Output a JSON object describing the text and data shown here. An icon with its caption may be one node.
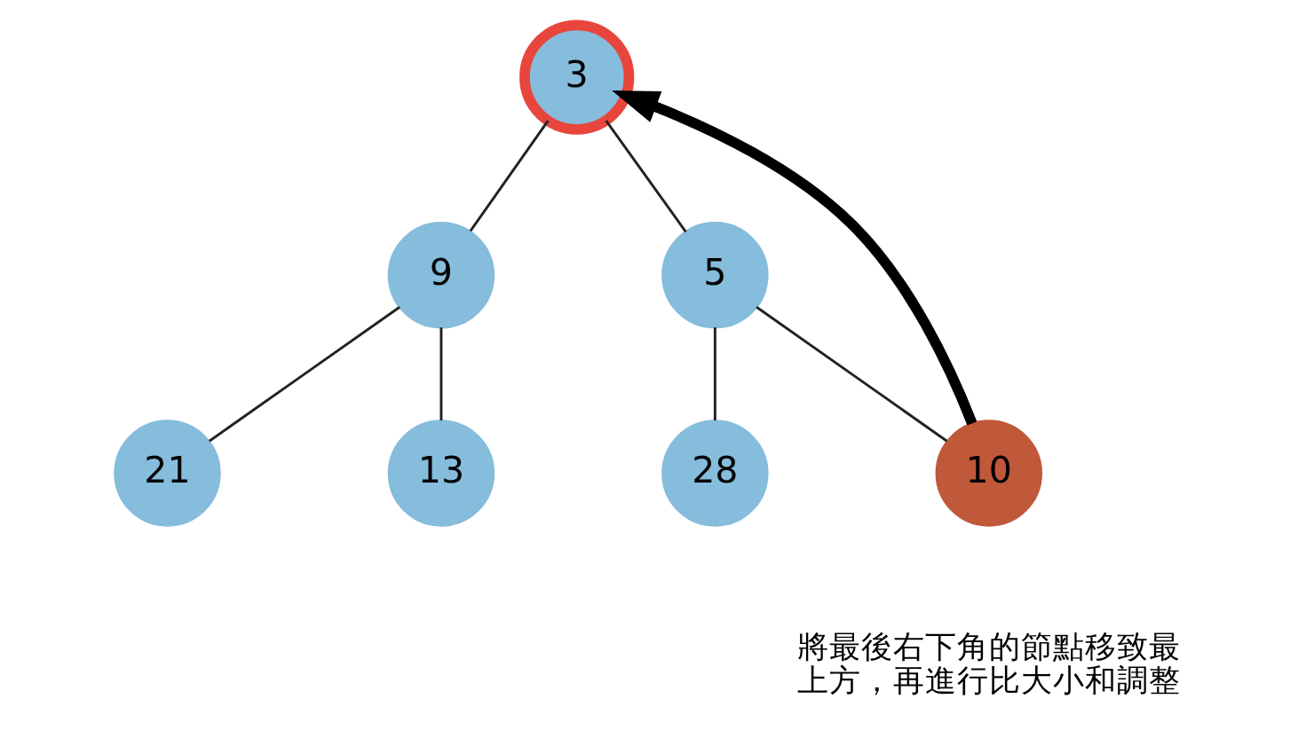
{
  "diagram": {
    "nodes": [
      {
        "text": [
          "3"
        ]
      },
      {
        "text": [
          "9"
        ]
      },
      {
        "text": [
          "5"
        ]
      },
      {
        "text": [
          "21"
        ]
      },
      {
        "text": [
          "13"
        ]
      },
      {
        "text": [
          "28"
        ]
      },
      {
        "text": [
          "10"
        ],
        "beside": [
          "將最後右下角的節點移致最上方，再進行比大小和調整"
        ]
      }
    ],
    "edges": [
      {
        "from": 0,
        "to": 1,
        "arrow": "none"
      },
      {
        "from": 0,
        "to": 2,
        "arrow": "none"
      },
      {
        "from": 1,
        "to": 3,
        "arrow": "none"
      },
      {
        "from": 1,
        "to": 4,
        "arrow": "none"
      },
      {
        "from": 2,
        "to": 5,
        "arrow": "none"
      },
      {
        "from": 2,
        "to": 6,
        "arrow": "none"
      },
      {
        "from": 6,
        "to": 0,
        "arrow": "to",
        "style": "thick",
        "color": "#000000"
      }
    ]
  }
}
